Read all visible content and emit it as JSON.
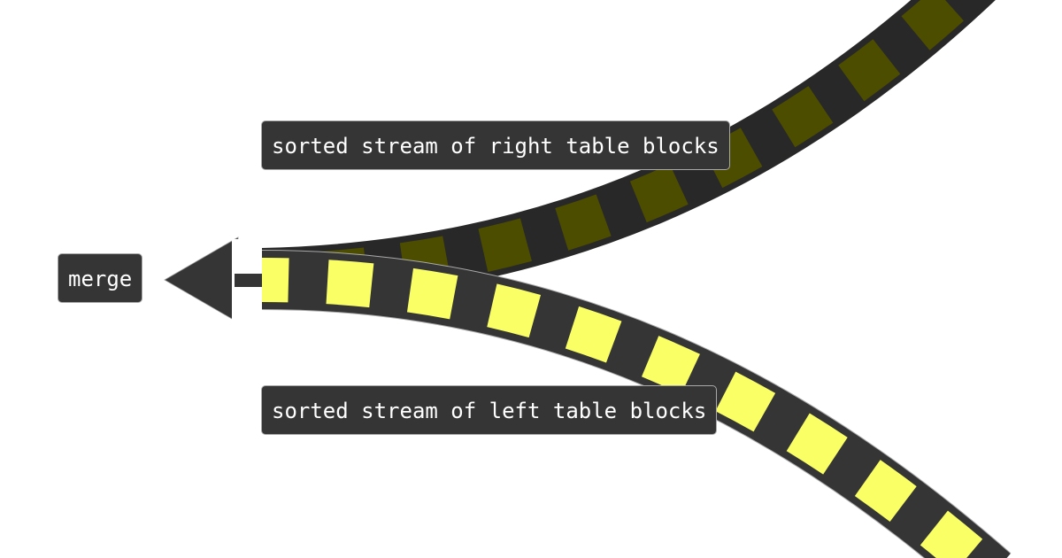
{
  "labels": {
    "merge": "merge",
    "right_stream": "sorted stream of right table blocks",
    "left_stream": "sorted stream of left table blocks"
  },
  "colors": {
    "band_right": "#282828",
    "block_right": "#4d4d00",
    "band_left": "#353535",
    "block_left": "#faff66",
    "arrow": "#353535"
  }
}
